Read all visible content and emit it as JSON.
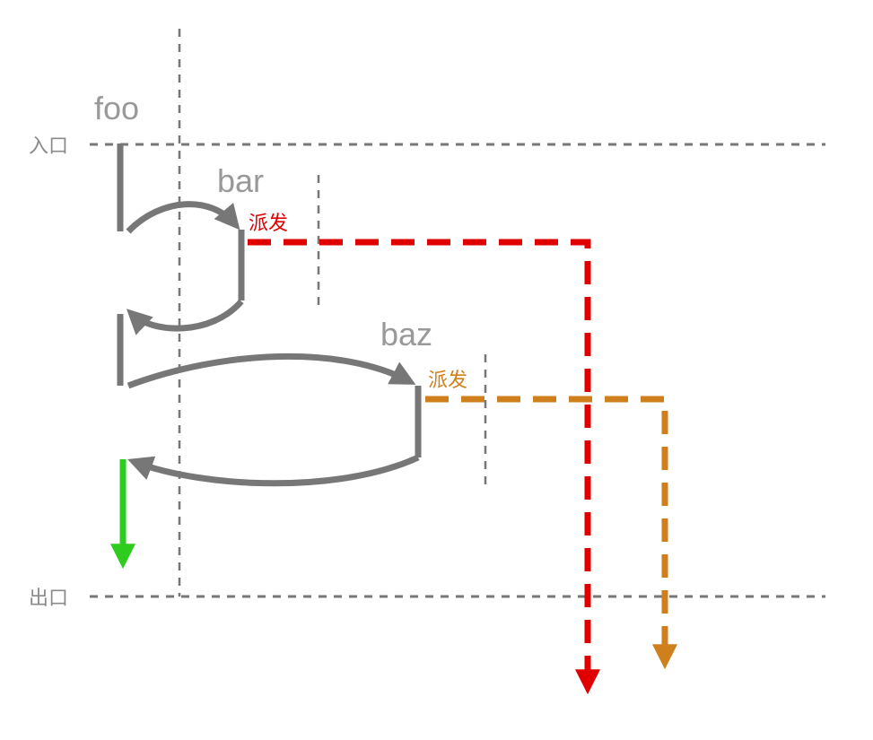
{
  "labels": {
    "entry": "入口",
    "exit": "出口",
    "foo": "foo",
    "bar": "bar",
    "baz": "baz",
    "dispatch_bar": "派发",
    "dispatch_baz": "派发"
  },
  "colors": {
    "gray": "#777777",
    "guide": "#777777",
    "red": "#e00000",
    "orange": "#cf7f1c",
    "green": "#2ecc1f",
    "label": "#999999"
  }
}
